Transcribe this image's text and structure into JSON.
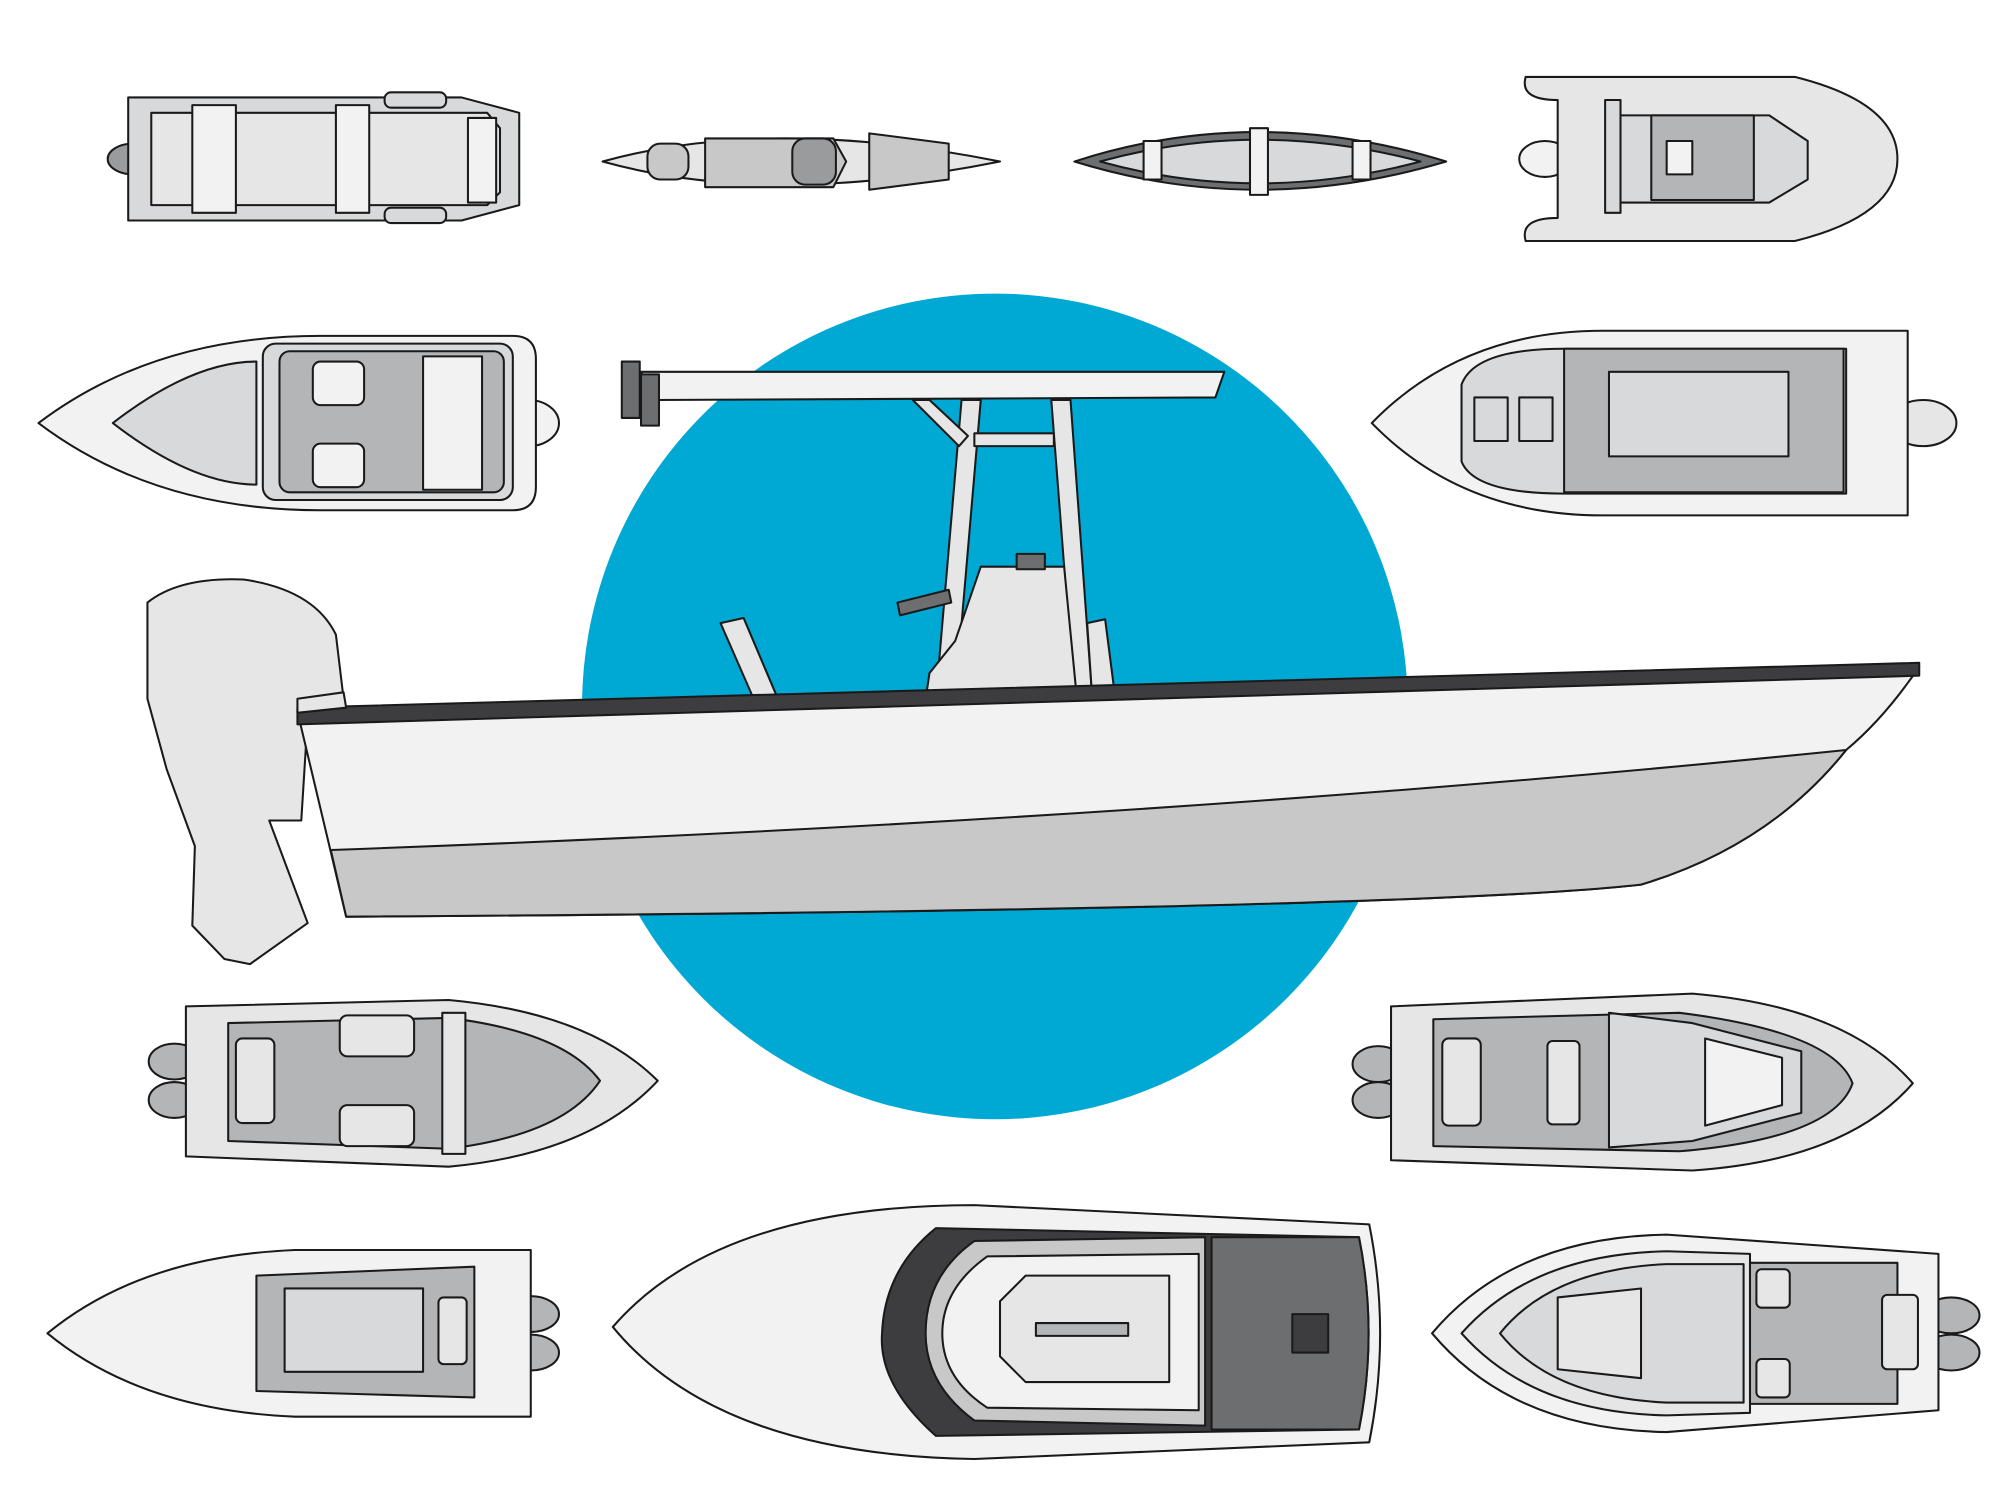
{
  "illustration": {
    "subject": "boat-types",
    "colors": {
      "accent_circle": "#00a8d4",
      "hull_light": "#f2f2f2",
      "hull_mid": "#c8c8c9",
      "deck_gray": "#b4b5b7",
      "dark_gray": "#6d6e70",
      "outline": "#1a1a1a"
    },
    "boats": [
      {
        "id": "rowboat-top"
      },
      {
        "id": "kayak-top"
      },
      {
        "id": "canoe-top"
      },
      {
        "id": "inflatable-top"
      },
      {
        "id": "bowrider-top"
      },
      {
        "id": "center-console-top"
      },
      {
        "id": "center-console-side"
      },
      {
        "id": "dual-console-top"
      },
      {
        "id": "walkaround-top"
      },
      {
        "id": "bay-boat-top"
      },
      {
        "id": "cruiser-top"
      },
      {
        "id": "deck-boat-top"
      }
    ]
  }
}
